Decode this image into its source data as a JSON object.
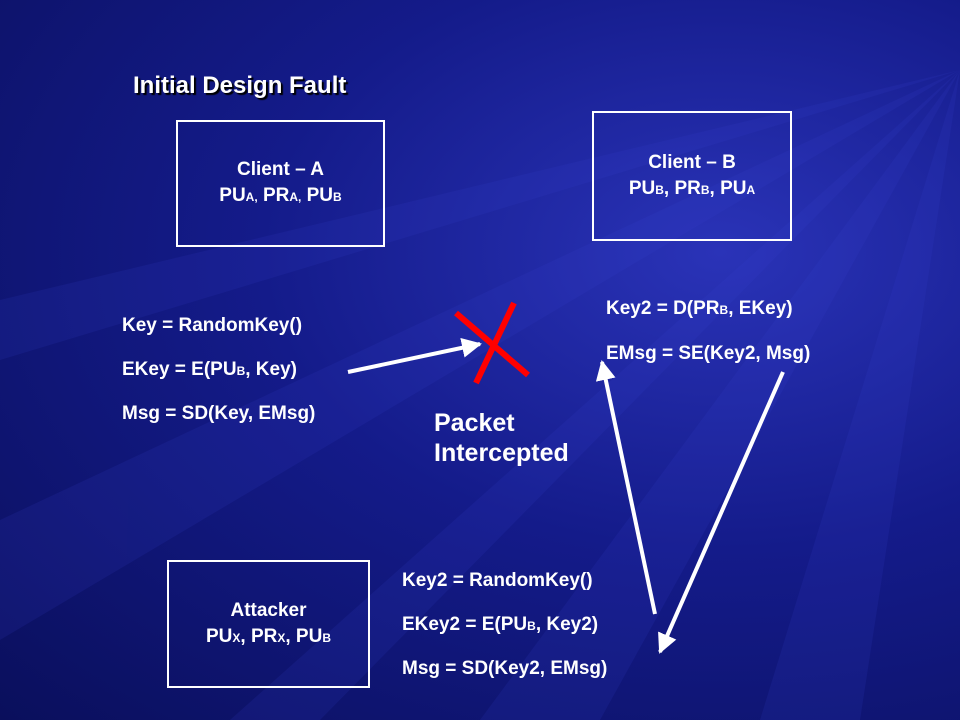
{
  "title": "Initial Design Fault",
  "client_a": {
    "name": "Client – A",
    "keys": [
      {
        "main": "PU",
        "sub": "A,"
      },
      {
        "main": " PR",
        "sub": "A,"
      },
      {
        "main": " PU",
        "sub": "B"
      }
    ]
  },
  "client_b": {
    "name": "Client – B",
    "keys": [
      {
        "main": "PU",
        "sub": "B"
      },
      {
        "main": ", PR",
        "sub": "B"
      },
      {
        "main": ", PU",
        "sub": "A"
      }
    ]
  },
  "attacker": {
    "name": "Attacker",
    "keys": [
      {
        "main": "PU",
        "sub": "X"
      },
      {
        "main": ", PR",
        "sub": "X"
      },
      {
        "main": ", PU",
        "sub": "B"
      }
    ]
  },
  "client_a_steps": {
    "key": "Key = RandomKey()",
    "ekey_pre": "EKey = E(PU",
    "ekey_sub": "B",
    "ekey_post": ", Key)",
    "msg": "Msg = SD(Key, EMsg)"
  },
  "client_b_steps": {
    "key2_pre": "Key2 = D(PR",
    "key2_sub": "B",
    "key2_post": ", EKey)",
    "emsg": "EMsg = SE(Key2, Msg)"
  },
  "attacker_steps": {
    "key2": "Key2 = RandomKey()",
    "ekey2_pre": "EKey2 = E(PU",
    "ekey2_sub": "B",
    "ekey2_post": ", Key2)",
    "msg": "Msg = SD(Key2, EMsg)"
  },
  "intercept": {
    "line1": "Packet",
    "line2": "Intercepted"
  },
  "colors": {
    "background": "#141b8a",
    "arrow": "#ffffff",
    "cross": "#ff0000"
  }
}
